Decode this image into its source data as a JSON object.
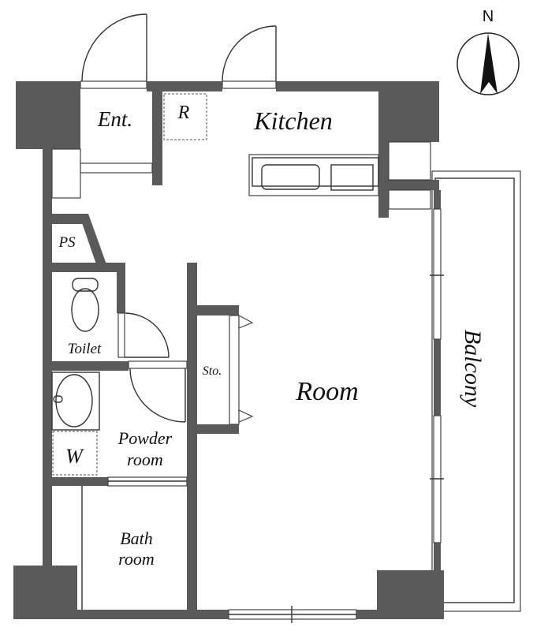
{
  "compass": {
    "label": "N"
  },
  "rooms": {
    "entrance": "Ent.",
    "refrigerator": "R",
    "kitchen": "Kitchen",
    "ps": "PS",
    "toilet": "Toilet",
    "storage": "Sto.",
    "room": "Room",
    "balcony": "Balcony",
    "washer": "W",
    "powder_line1": "Powder",
    "powder_line2": "room",
    "bath_line1": "Bath",
    "bath_line2": "room"
  },
  "colors": {
    "wall": "#5a5a5a",
    "line": "#333333"
  }
}
